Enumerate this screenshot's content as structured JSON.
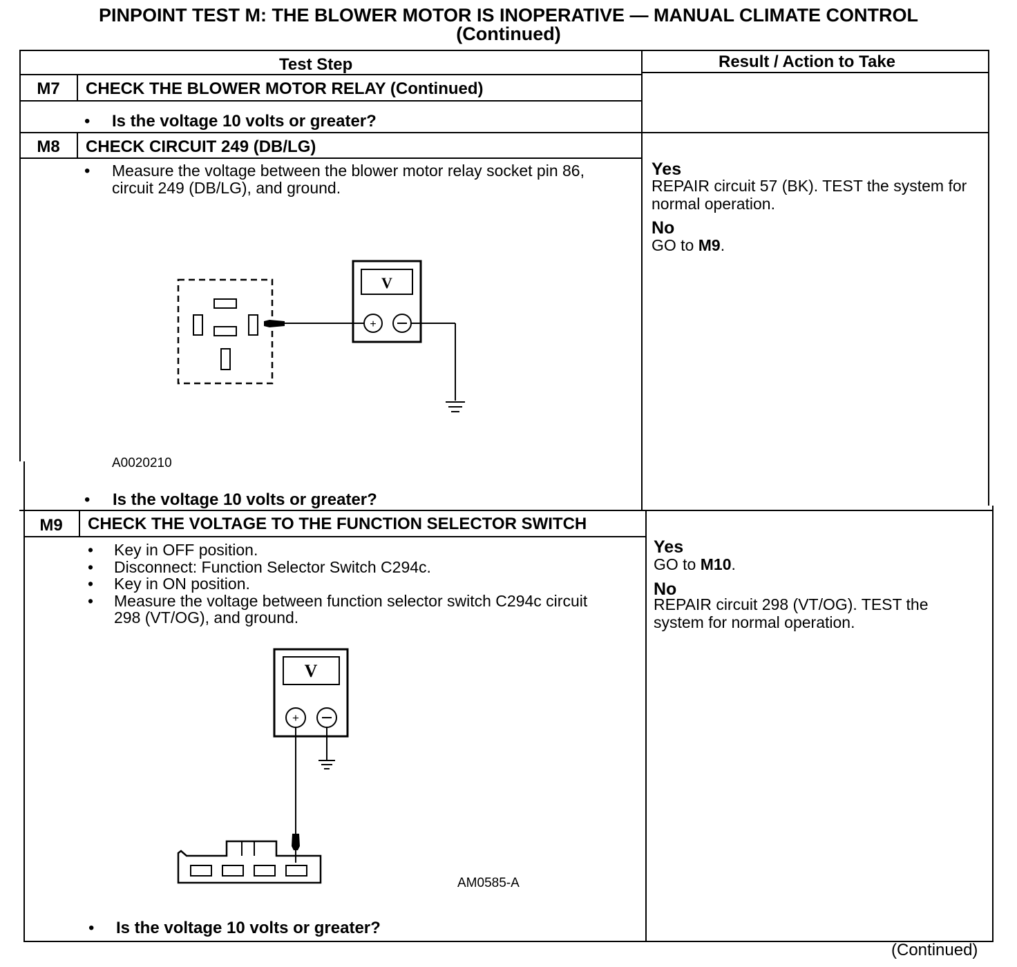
{
  "title": {
    "line1": "PINPOINT TEST  M: THE BLOWER MOTOR IS INOPERATIVE — MANUAL CLIMATE CONTROL",
    "line2": "(Continued)"
  },
  "table_headers": {
    "test_step": "Test Step",
    "result_action": "Result / Action to Take"
  },
  "steps": {
    "m7": {
      "id": "M7",
      "title": "CHECK THE BLOWER MOTOR RELAY (Continued)",
      "question": "Is the voltage 10 volts or greater?"
    },
    "m8": {
      "id": "M8",
      "title": "CHECK CIRCUIT 249 (DB/LG)",
      "instruction": "Measure the voltage between the blower motor relay socket pin 86, circuit 249 (DB/LG), and ground.",
      "figure_code": "A0020210",
      "meter_label": "V",
      "question": "Is the voltage 10 volts or greater?",
      "result": {
        "yes_label": "Yes",
        "yes_text": "REPAIR circuit 57 (BK). TEST the system for normal operation.",
        "no_label": "No",
        "no_text_prefix": "GO to ",
        "no_text_target": "M9",
        "no_text_suffix": "."
      }
    },
    "m9": {
      "id": "M9",
      "title": "CHECK THE VOLTAGE TO THE FUNCTION SELECTOR SWITCH",
      "instructions": [
        "Key in OFF position.",
        "Disconnect: Function Selector Switch C294c.",
        "Key in ON position.",
        "Measure the voltage between function selector switch C294c circuit 298 (VT/OG), and ground."
      ],
      "figure_code": "AM0585-A",
      "meter_label": "V",
      "question": "Is the voltage 10 volts or greater?",
      "result": {
        "yes_label": "Yes",
        "yes_text_prefix": "GO to ",
        "yes_text_target": "M10",
        "yes_text_suffix": ".",
        "no_label": "No",
        "no_text": "REPAIR circuit 298 (VT/OG). TEST the system for normal operation."
      }
    }
  },
  "footer": "(Continued)"
}
